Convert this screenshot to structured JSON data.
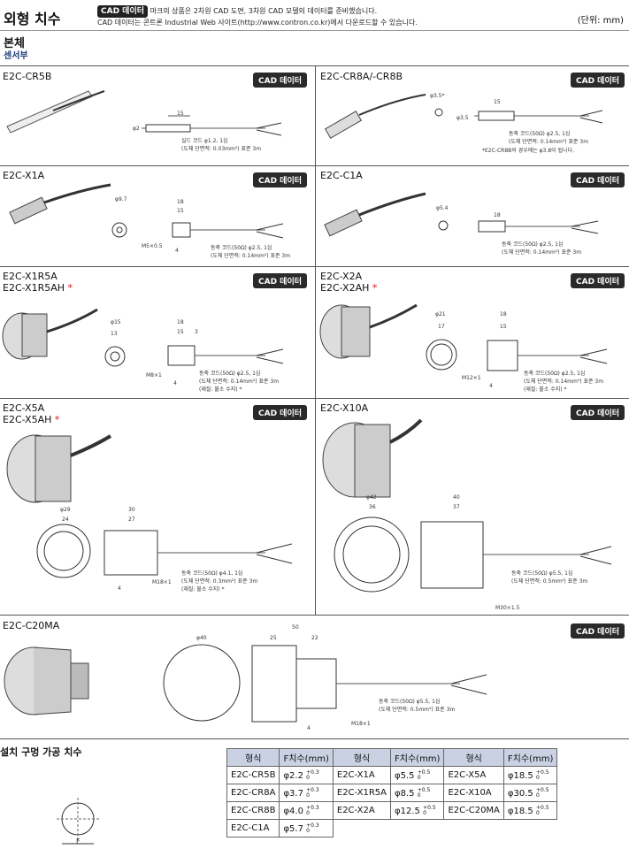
{
  "header": {
    "title": "외형 치수",
    "badge": "CAD 데이터",
    "note1": "마크의 상품은 2차원 CAD 도면, 3차원 CAD 모델의 데이터를 준비했습니다.",
    "note2": "CAD 데이터는 콘트론 Industrial Web 사이트(http://www.contron.co.kr)에서 다운로드할 수 있습니다.",
    "unit": "(단위: mm)"
  },
  "section": {
    "title": "본체",
    "subtitle": "센서부"
  },
  "cad_label": "CAD 데이터",
  "panels": {
    "cr5b": {
      "model1": "E2C-CR5B",
      "dims": [
        "15",
        "φ2"
      ],
      "note1": "실드 코드 φ1.2, 1심",
      "note2": "(도체 단면적: 0.03mm²) 표준 3m"
    },
    "cr8a": {
      "model1": "E2C-CR8A/-CR8B",
      "dims": [
        "φ3.5*",
        "15",
        "φ3.5"
      ],
      "note1": "동축 코드(50Ω) φ2.5, 1심",
      "note2": "(도체 단면적: 0.14mm²) 표준 3m",
      "note3": "*E2C-CR8B의 경우에는 φ3.8이 됩니다."
    },
    "x1a": {
      "model1": "E2C-X1A",
      "dims": [
        "φ9.7",
        "18",
        "15",
        "M5×0.5",
        "4"
      ],
      "note1": "동축 코드(50Ω) φ2.5, 1심",
      "note2": "(도체 단면적: 0.14mm²) 표준 3m"
    },
    "c1a": {
      "model1": "E2C-C1A",
      "dims": [
        "φ5.4",
        "18"
      ],
      "note1": "동축 코드(50Ω) φ2.5, 1심",
      "note2": "(도체 단면적: 0.14mm²) 표준 3m"
    },
    "x1r5a": {
      "model1": "E2C-X1R5A",
      "model2": "E2C-X1R5AH",
      "star": "*",
      "dims": [
        "φ15",
        "13",
        "18",
        "15",
        "3",
        "M8×1",
        "4"
      ],
      "note1": "동축 코드(50Ω) φ2.5, 1심",
      "note2": "(도체 단면적: 0.14mm²) 표준 3m",
      "note3": "(재질: 불소 수지) *"
    },
    "x2a": {
      "model1": "E2C-X2A",
      "model2": "E2C-X2AH",
      "star": "*",
      "dims": [
        "φ21",
        "17",
        "18",
        "15",
        "M12×1",
        "4"
      ],
      "note1": "동축 코드(50Ω) φ2.5, 1심",
      "note2": "(도체 단면적: 0.14mm²) 표준 3m",
      "note3": "(재질: 불소 수지) *"
    },
    "x5a": {
      "model1": "E2C-X5A",
      "model2": "E2C-X5AH",
      "star": "*",
      "dims": [
        "φ29",
        "24",
        "30",
        "27",
        "4",
        "M18×1"
      ],
      "note1": "동축 코드(50Ω) φ4.1, 1심",
      "note2": "(도체 단면적: 0.3mm²) 표준 3m",
      "note3": "(재질: 불소 수지) *"
    },
    "x10a": {
      "model1": "E2C-X10A",
      "dims": [
        "φ42",
        "36",
        "40",
        "37",
        "M30×1.5"
      ],
      "note1": "동축 코드(50Ω) φ5.5, 1심",
      "note2": "(도체 단면적: 0.5mm²) 표준 3m"
    },
    "c20ma": {
      "model1": "E2C-C20MA",
      "dims": [
        "φ40",
        "50",
        "25",
        "22",
        "4",
        "M18×1"
      ],
      "note1": "동축 코드(50Ω) φ5.5, 1심",
      "note2": "(도체 단면적: 0.5mm²) 표준 3m"
    }
  },
  "mounting": {
    "title": "설치 구멍 가공 치수",
    "label_f": "F"
  },
  "table": {
    "headers": [
      "형식",
      "F치수(mm)",
      "형식",
      "F치수(mm)",
      "형식",
      "F치수(mm)"
    ],
    "tol_up": "+0.3",
    "tol_up2": "+0.5",
    "tol_zero": "0",
    "rows": [
      [
        "E2C-CR5B",
        "φ2.2",
        "E2C-X1A",
        "φ5.5",
        "E2C-X5A",
        "φ18.5"
      ],
      [
        "E2C-CR8A",
        "φ3.7",
        "E2C-X1R5A",
        "φ8.5",
        "E2C-X10A",
        "φ30.5"
      ],
      [
        "E2C-CR8B",
        "φ4.0",
        "E2C-X2A",
        "φ12.5",
        "E2C-C20MA",
        "φ18.5"
      ],
      [
        "E2C-C1A",
        "φ5.7"
      ]
    ]
  }
}
